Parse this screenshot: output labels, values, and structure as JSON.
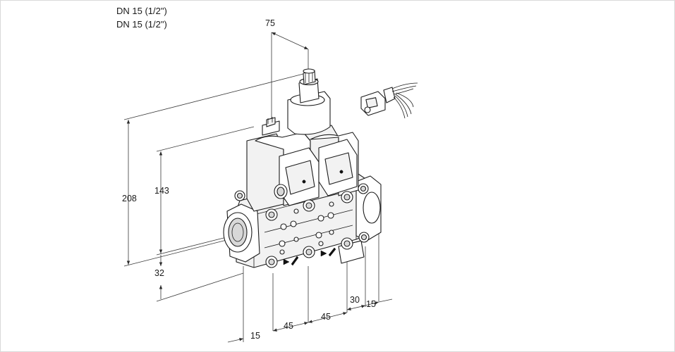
{
  "header": {
    "line1": "DN 15 (1/2\")",
    "line2": "DN 15 (1/2\")"
  },
  "dimensions": {
    "top_width": "75",
    "overall_height": "208",
    "upper_height": "143",
    "lower_height": "32",
    "bottom_offset": "15",
    "pitch_1": "45",
    "pitch_2": "45",
    "right_offset_1": "30",
    "right_offset_2": "15"
  },
  "colors": {
    "line": "#1c1c1c",
    "dimension_line": "#3a3a3a",
    "body_shade": "#f2f2f2",
    "background": "#ffffff"
  }
}
